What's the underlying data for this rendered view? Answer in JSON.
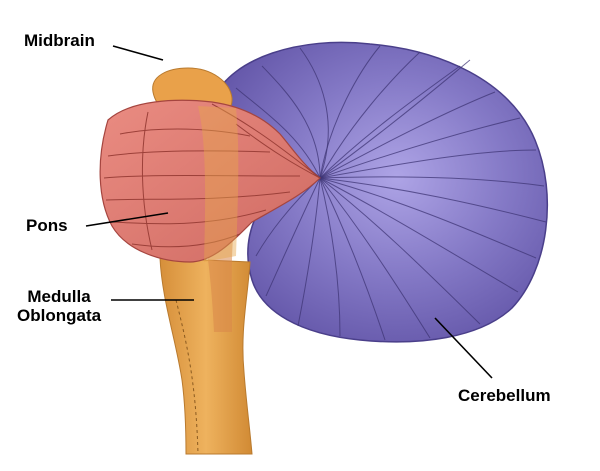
{
  "labels": {
    "midbrain": "Midbrain",
    "pons": "Pons",
    "medulla_line1": "Medulla",
    "medulla_line2": "Oblongata",
    "cerebellum": "Cerebellum"
  },
  "colors": {
    "cerebellum": "#7468b8",
    "cerebellum_light": "#a69be0",
    "cerebellum_lines": "#3f3576",
    "pons": "#e07b73",
    "pons_dark": "#b8524b",
    "brainstem": "#e6a64c",
    "brainstem_dark": "#b97a2e",
    "midbrain": "#e9a14a",
    "leader_line": "#000000"
  }
}
